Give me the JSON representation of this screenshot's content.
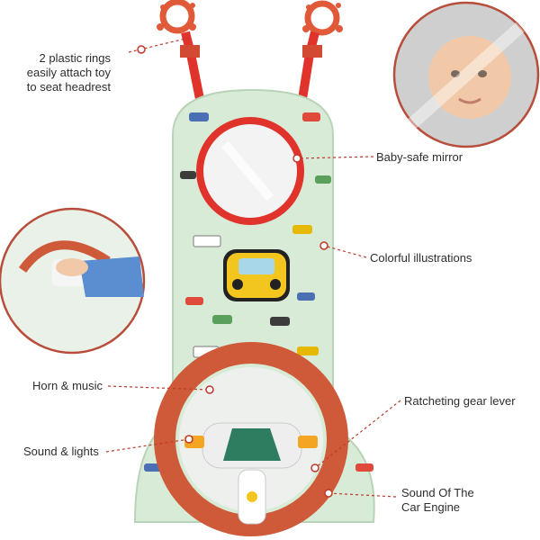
{
  "callouts": {
    "rings": [
      "2 plastic rings",
      "easily attach toy",
      "to seat headrest"
    ],
    "mirror": "Baby-safe mirror",
    "illustrations": "Colorful illustrations",
    "horn": "Horn & music",
    "gear": "Ratcheting gear lever",
    "sound_lights": "Sound & lights",
    "engine": [
      "Sound Of The",
      "Car Engine"
    ]
  },
  "colors": {
    "strap": "#e0332b",
    "board": "#d8ebd6",
    "mirror_frame": "#e0332b",
    "wheel_rim": "#cf5a3a",
    "dashed_line": "#c0392b"
  }
}
